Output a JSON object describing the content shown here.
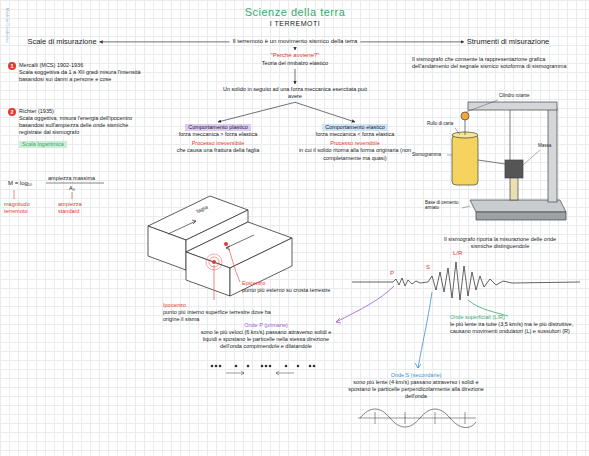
{
  "diagram": {
    "title": "Scienze della terra",
    "nodes": [
      {
        "text": [
          "Il terremoto è un movimento sismico della terra"
        ]
      },
      {
        "text": [
          "\"Perché avviene?\"",
          "Teoria del rimbalzo elastico"
        ]
      },
      {
        "text": [
          "Un solido in seguito ad una forza meccanica esercitata può avere"
        ]
      },
      {
        "text": [
          "Comportamento plastico",
          "forza meccanica > forza elastica",
          "Processo irreversibile",
          "che causa una frattura della faglia"
        ]
      },
      {
        "text": [
          "Comportamento elastico",
          "forza meccanica < forza elastica",
          "Processo reversibile",
          "in cui il solido ritorna alla forma originaria (non completamente ma quasi)"
        ]
      },
      {
        "text": [
          "Epicentro",
          "punto più esterno su crosta terrestre"
        ]
      },
      {
        "text": [
          "Ipocentro",
          "punto più interno superfice terrestre dove ha origine il sisma"
        ]
      },
      {
        "text": [
          "Scale di misurazione"
        ]
      },
      {
        "text": [
          "Strumenti di misurazione"
        ]
      },
      {
        "text": [
          "1",
          "Mercalli (MCS) 1902-1936",
          "Scala soggettiva da 1 a XII gradi misura l'intensità basandosi sui danni a persone e cose"
        ]
      },
      {
        "text": [
          "2",
          "Richter (1935)",
          "Scala oggettiva, misura l'energia dell'ipocentro basandosi sull'ampiezza delle onde sismiche registrate dal sismografo",
          "Scala logaritmica"
        ]
      },
      {
        "text": [
          "Il sismografo che consente la rappresentazione grafica dell'andamento del segnale sismico sotoforma di sismogramma"
        ]
      },
      {
        "text": [
          "Il sismografo riporta la misurazione delle onde sismiche distinguendole"
        ]
      },
      {
        "text": [
          "Onde superficiali (L/R)",
          "le più lente tra tutte (3,5 km/s) ma le più distruttive, causano movimenti ondulatori (L) e sussultori (R)"
        ]
      },
      {
        "text": [
          "Onde P (primarie)",
          "sono le più veloci (6 km/s) passano attraverso solidi e liquidi e spostano le particelle nella stessa direzione dell'onda compimendole e dilatandole"
        ]
      },
      {
        "text": [
          "Onde S (secondarie)",
          "sono più lente (4 km/s) passano attraverso i solidi e spostano le particelle perpendicolarmente alla direzione dell'onda"
        ]
      }
    ],
    "edges": [
      {
        "from": 0,
        "to": 7,
        "arrow": "to"
      },
      {
        "from": 0,
        "to": 8,
        "arrow": "to"
      },
      {
        "from": 0,
        "to": 1,
        "arrow": "to"
      },
      {
        "from": 1,
        "to": 2,
        "arrow": "to"
      },
      {
        "from": 2,
        "to": 3,
        "arrow": "to"
      },
      {
        "from": 2,
        "to": 4,
        "arrow": "to"
      }
    ],
    "labels": [
      "I TERREMOTI",
      "Made in Goodnotes",
      "faglia",
      "M = log₁₀",
      "ampiezza massima",
      "A₀",
      "magnitudo terremoto",
      "ampiezza standard",
      "Cilindro rotante",
      "Rullo di carta",
      "Sismogramma",
      "Massa",
      "Base di cemento armato",
      "P",
      "S",
      "L/R"
    ]
  }
}
